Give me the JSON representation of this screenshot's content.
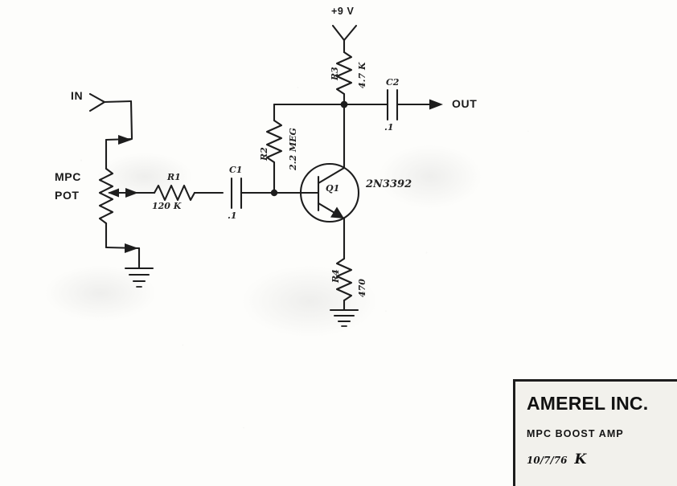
{
  "document": {
    "kind": "hand-drawn electronic schematic",
    "sheet_title": "MPC BOOST AMP"
  },
  "nets": {
    "supply_label": "+9 V",
    "input_label": "IN",
    "output_label": "OUT"
  },
  "controls": {
    "pot_label_line1": "MPC",
    "pot_label_line2": "POT"
  },
  "components": [
    {
      "ref": "R1",
      "value": "120 K",
      "type": "resistor"
    },
    {
      "ref": "R2",
      "value": "2.2 MEG",
      "type": "resistor"
    },
    {
      "ref": "R3",
      "value": "4.7 K",
      "type": "resistor"
    },
    {
      "ref": "R4",
      "value": "470",
      "type": "resistor"
    },
    {
      "ref": "C1",
      "value": ".1",
      "type": "capacitor"
    },
    {
      "ref": "C2",
      "value": ".1",
      "type": "capacitor"
    },
    {
      "ref": "Q1",
      "value": "2N3392",
      "type": "transistor-npn"
    }
  ],
  "refs": {
    "r1": "R1",
    "r1v": "120 K",
    "r2": "R2",
    "r2v": "2.2 MEG",
    "r3": "R3",
    "r3v": "4.7 K",
    "r4": "R4",
    "r4v": "470",
    "c1": "C1",
    "c1v": ".1",
    "c2": "C2",
    "c2v": ".1",
    "q1": "Q1",
    "q1v": "2N3392"
  },
  "title_block": {
    "company": "AMEREL INC.",
    "subtitle": "MPC  BOOST  AMP",
    "date": "10/7/76",
    "initials": "K"
  },
  "colors": {
    "ink": "#1d1d1d",
    "paper": "#fdfdfb",
    "title_fill": "#f2f1ec"
  }
}
